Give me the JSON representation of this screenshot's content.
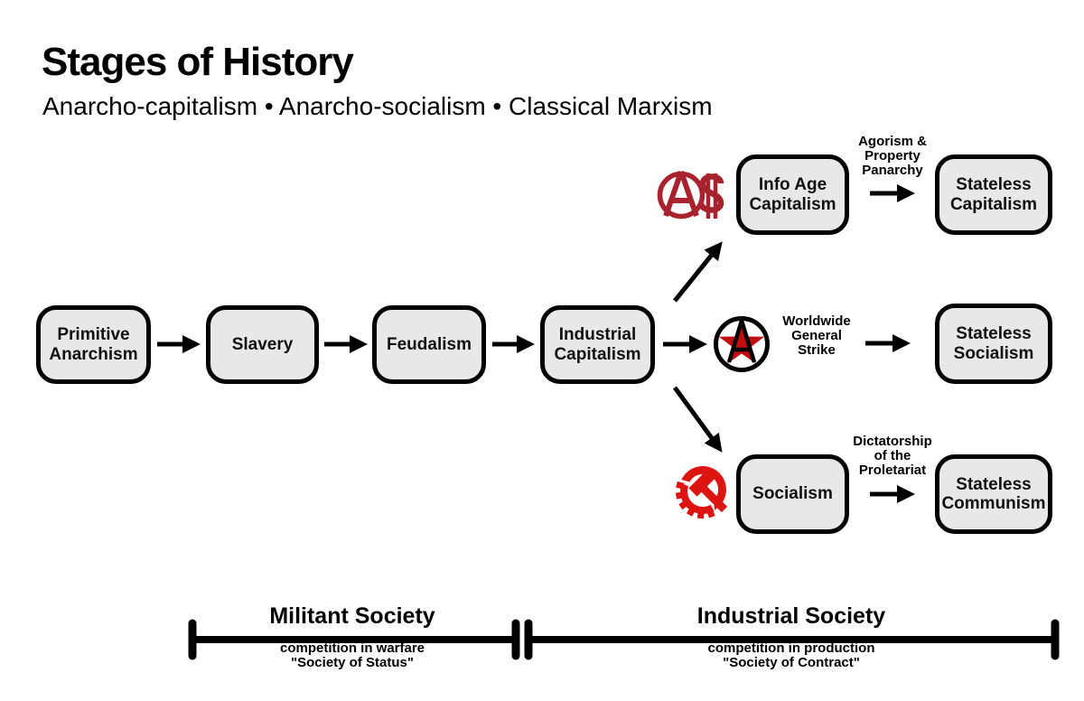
{
  "header": {
    "title": "Stages of History",
    "subtitle": "Anarcho-capitalism • Anarcho-socialism • Classical Marxism"
  },
  "stages": {
    "primitive_anarchism": "Primitive\nAnarchism",
    "slavery": "Slavery",
    "feudalism": "Feudalism",
    "industrial_capitalism": "Industrial\nCapitalism",
    "info_age_capitalism": "Info Age\nCapitalism",
    "stateless_capitalism": "Stateless\nCapitalism",
    "stateless_socialism": "Stateless\nSocialism",
    "socialism": "Socialism",
    "stateless_communism": "Stateless\nCommunism"
  },
  "transitions": {
    "agorism": "Agorism &\nProperty\nPanarchy",
    "general_strike": "Worldwide\nGeneral\nStrike",
    "dictatorship": "Dictatorship\nof the\nProletariat"
  },
  "timeline": {
    "militant": {
      "title": "Militant Society",
      "subtitle1": "competition in warfare",
      "subtitle2": "\"Society of Status\""
    },
    "industrial": {
      "title": "Industrial Society",
      "subtitle1": "competition in production",
      "subtitle2": "\"Society of Contract\""
    }
  },
  "icons": {
    "anarcho_capitalism": "circle-a-dollar-icon",
    "anarcho_socialism": "anarchist-star-icon",
    "classical_marxism": "hammer-and-gear-icon"
  },
  "colors": {
    "accent-crimson": "#a8232e",
    "accent-red": "#c00d0d",
    "accent-bright-red": "#dd1512",
    "box-fill": "#e8e8e8",
    "ink": "#000000"
  }
}
